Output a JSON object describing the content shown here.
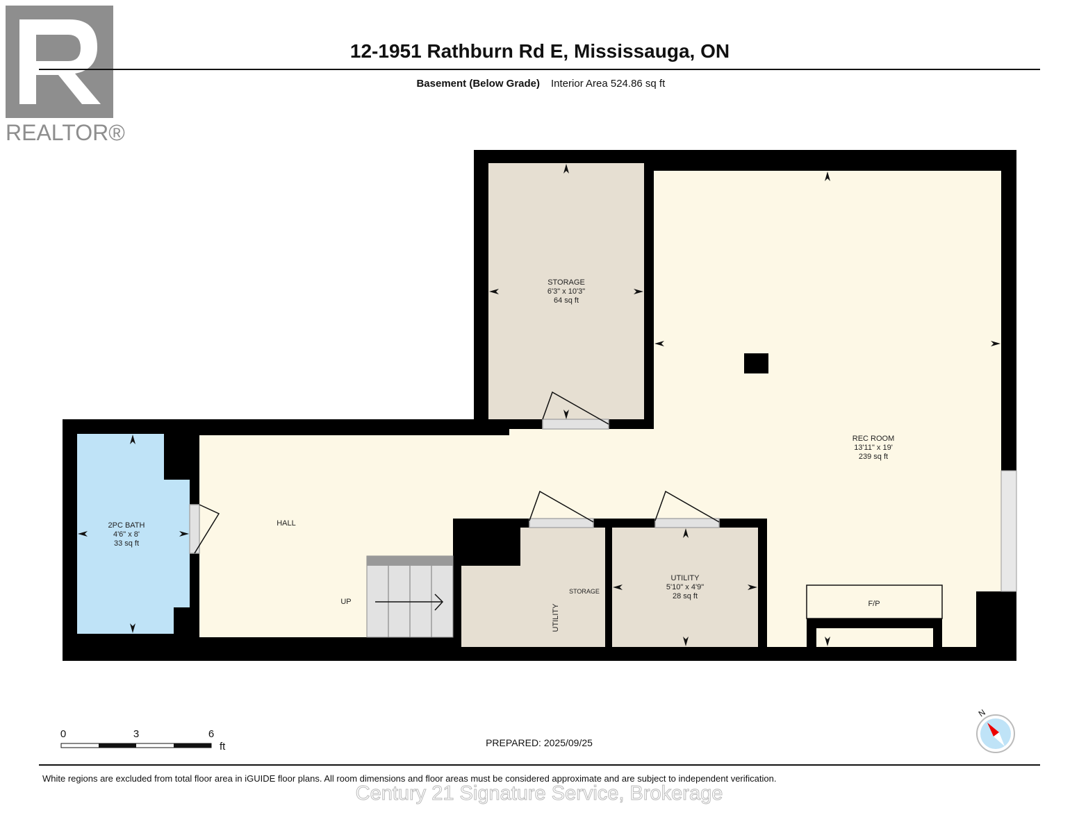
{
  "header": {
    "title": "12-1951 Rathburn Rd E, Mississauga, ON",
    "level": "Basement (Below Grade)",
    "interior_area": "Interior Area 524.86 sq ft"
  },
  "logo": {
    "text": "REALTOR®"
  },
  "rooms": {
    "storage": {
      "name": "STORAGE",
      "dims": "6'3\" x 10'3\"",
      "area": "64 sq ft"
    },
    "rec_room": {
      "name": "REC ROOM",
      "dims": "13'11\" x 19'",
      "area": "239 sq ft"
    },
    "bath": {
      "name": "2PC BATH",
      "dims": "4'6\" x 8'",
      "area": "33 sq ft"
    },
    "hall": {
      "name": "HALL"
    },
    "up": {
      "name": "UP"
    },
    "utility_small": {
      "name": "UTILITY"
    },
    "storage_small": {
      "name": "STORAGE"
    },
    "utility": {
      "name": "UTILITY",
      "dims": "5'10\" x 4'9\"",
      "area": "28 sq ft"
    },
    "fp": {
      "name": "F/P"
    }
  },
  "scale": {
    "ticks": [
      "0",
      "3",
      "6"
    ],
    "unit": "ft"
  },
  "prepared": "PREPARED: 2025/09/25",
  "compass": {
    "label": "N"
  },
  "footer": {
    "disclaimer": "White regions are excluded from total floor area in iGUIDE floor plans. All room dimensions and floor areas must be considered approximate and are subject to independent verification.",
    "watermark": "Century 21 Signature Service, Brokerage"
  },
  "colors": {
    "wall": "#000000",
    "cream": "#fdf8e6",
    "tan": "#e6dfd2",
    "bath": "#bfe3f7"
  }
}
